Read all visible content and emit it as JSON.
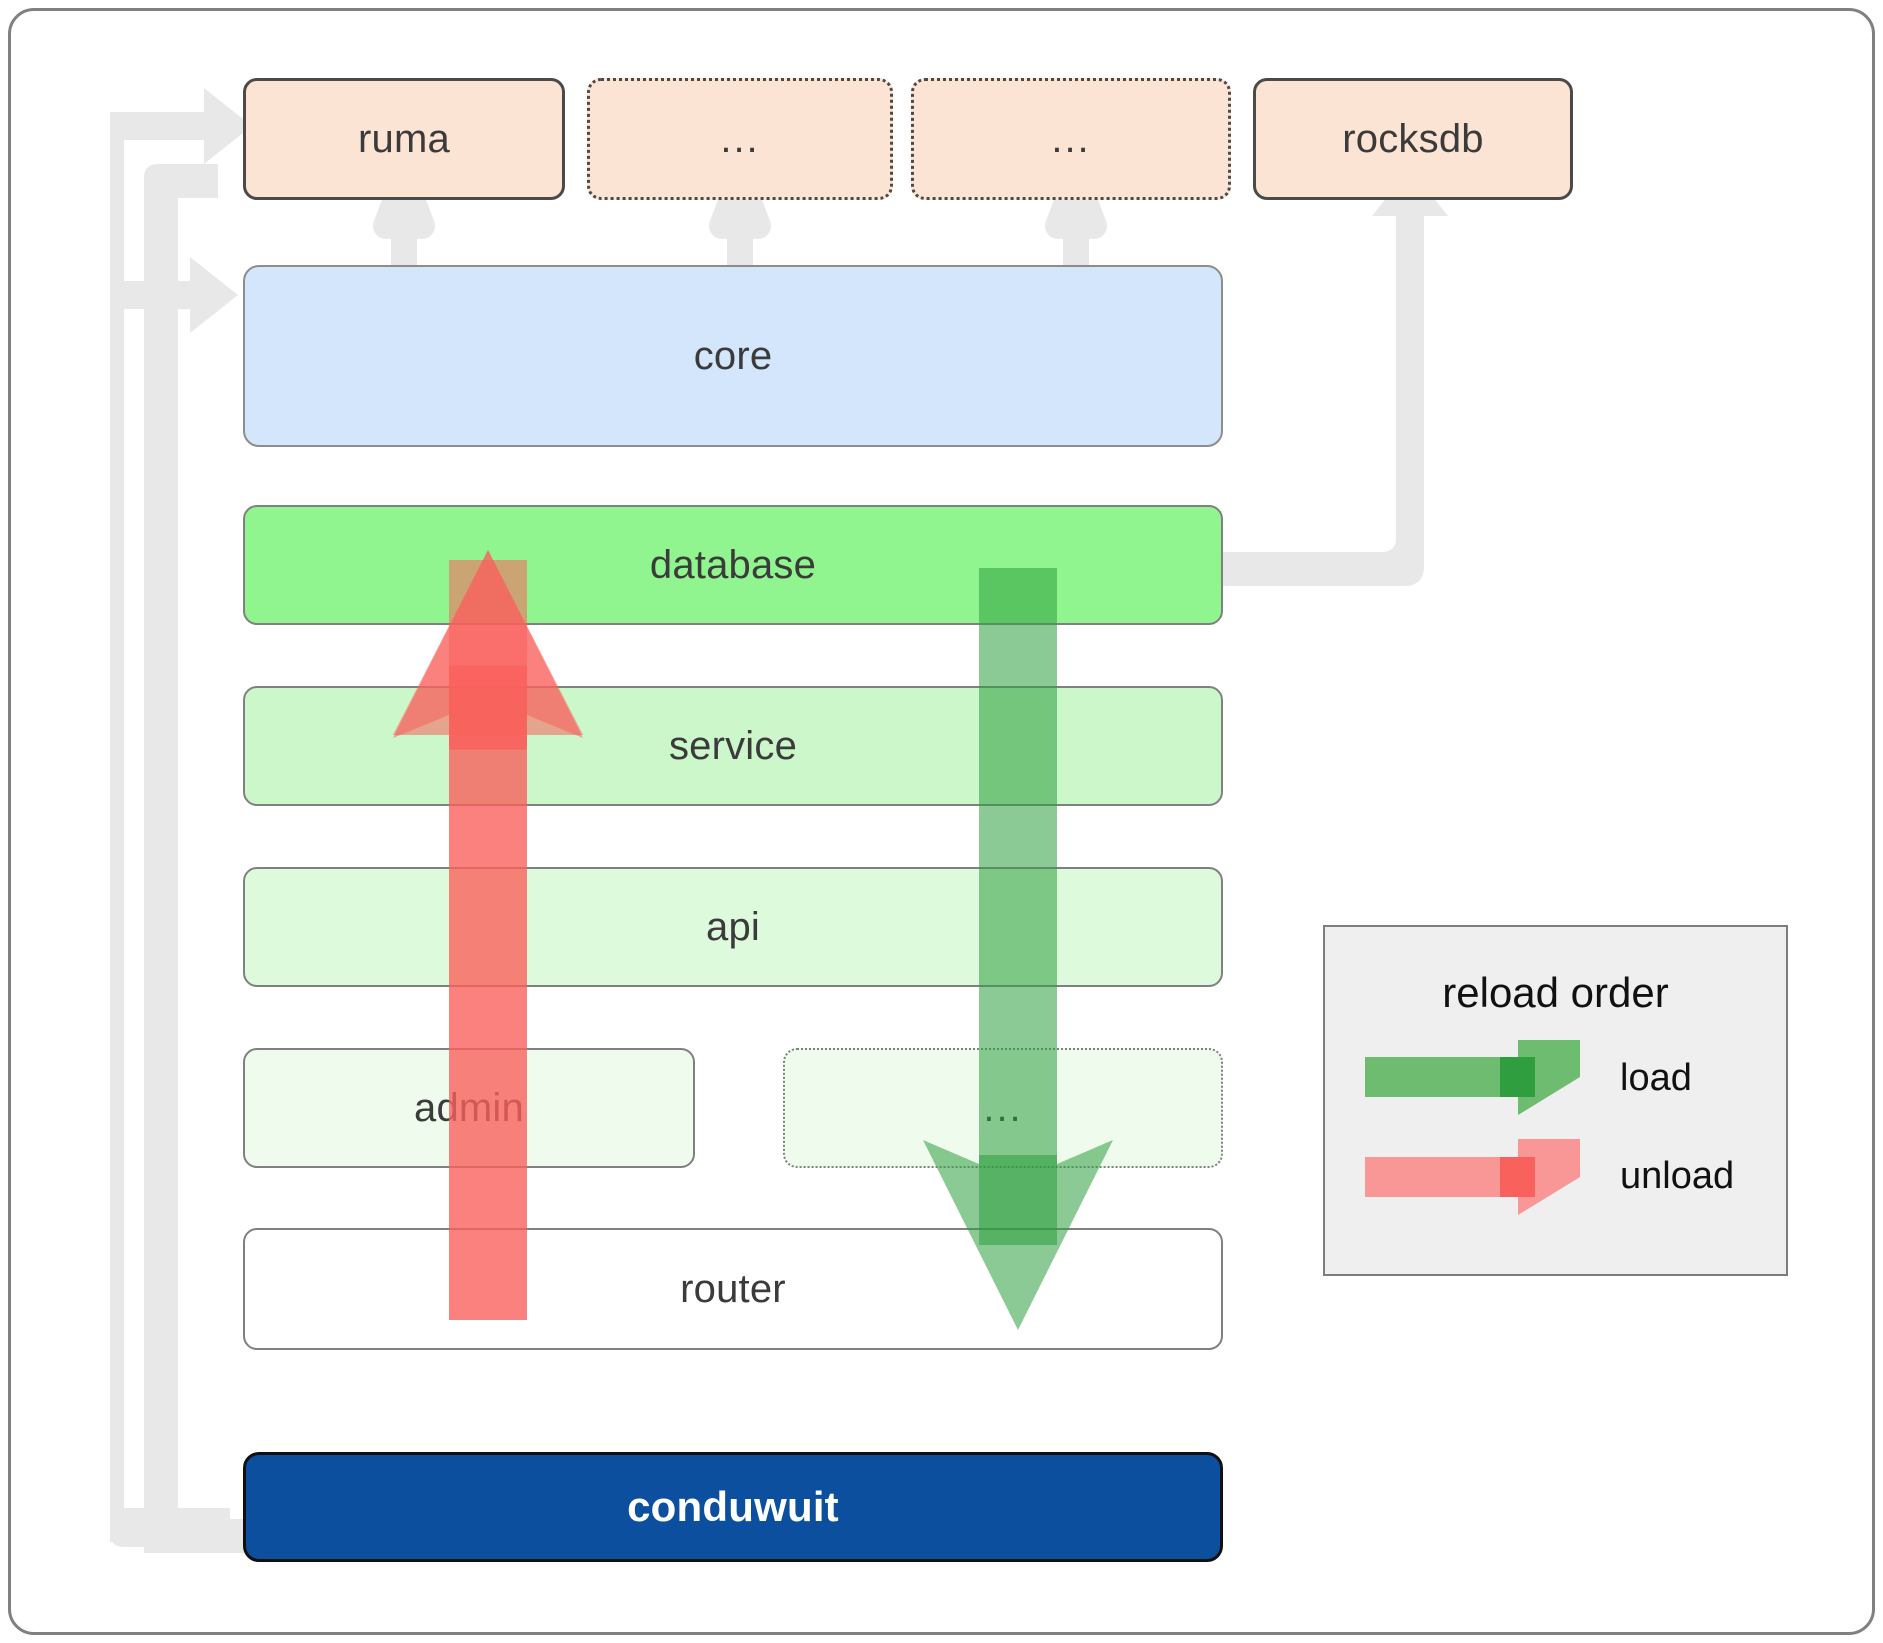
{
  "diagram": {
    "title": "conduwuit crate layering / reload order",
    "frame": {
      "border_color": "#808080",
      "background": "#ffffff"
    },
    "top_row": [
      {
        "id": "ruma",
        "label": "ruma",
        "style": "solid",
        "fill": "#fce4d4",
        "border": "#4c4a48"
      },
      {
        "id": "dots1",
        "label": "...",
        "style": "dotted",
        "fill": "#fce4d4",
        "border": "#4c4a48"
      },
      {
        "id": "dots2",
        "label": "...",
        "style": "dotted",
        "fill": "#fce4d4",
        "border": "#4c4a48"
      },
      {
        "id": "rocksdb",
        "label": "rocksdb",
        "style": "solid",
        "fill": "#fce4d4",
        "border": "#4c4a48"
      }
    ],
    "core": {
      "label": "core",
      "fill": "#d4e6fb",
      "border": "#8d8d8d"
    },
    "layers": [
      {
        "id": "database",
        "label": "database",
        "style": "solid",
        "fill": "#90f58f",
        "border": "#808080"
      },
      {
        "id": "service",
        "label": "service",
        "style": "solid",
        "fill": "#ccf7cb",
        "border": "#808080"
      },
      {
        "id": "api",
        "label": "api",
        "style": "solid",
        "fill": "#ddfadc",
        "border": "#808080"
      }
    ],
    "lower_row": [
      {
        "id": "admin",
        "label": "admin",
        "style": "solid",
        "fill": "#eefbed",
        "border": "#808080"
      },
      {
        "id": "dots3",
        "label": "...",
        "style": "dotted",
        "fill": "#eefbed",
        "border": "#808080"
      }
    ],
    "router": {
      "id": "router",
      "label": "router",
      "style": "solid",
      "fill": "#ffffff",
      "border": "#808080"
    },
    "root": {
      "id": "conduwuit",
      "label": "conduwuit",
      "fill": "#0b4f9e",
      "border": "#101010",
      "text": "#ffffff"
    },
    "legend": {
      "title": "reload order",
      "background": "#efefef",
      "border": "#7d7d7d",
      "entries": [
        {
          "id": "load",
          "label": "load",
          "color": "#4caf50",
          "direction": "right"
        },
        {
          "id": "unload",
          "label": "unload",
          "color": "#fb8080",
          "direction": "right"
        }
      ]
    },
    "flow_arrows": [
      {
        "id": "unload-arrow",
        "label": "unload",
        "color": "#fb8080",
        "direction": "up",
        "from": "router",
        "to": "database"
      },
      {
        "id": "load-arrow",
        "label": "load",
        "color": "#4caf50",
        "direction": "down",
        "from": "database",
        "to": "router"
      }
    ],
    "connectors": [
      {
        "id": "conduwuit-to-ruma",
        "color": "#e8e8e8"
      },
      {
        "id": "conduwuit-to-core",
        "color": "#e8e8e8"
      },
      {
        "id": "database-to-rocksdb",
        "color": "#e8e8e8"
      },
      {
        "id": "core-to-ruma",
        "color": "#e8e8e8"
      },
      {
        "id": "core-to-dots1",
        "color": "#e8e8e8"
      },
      {
        "id": "core-to-dots2",
        "color": "#e8e8e8"
      }
    ]
  }
}
